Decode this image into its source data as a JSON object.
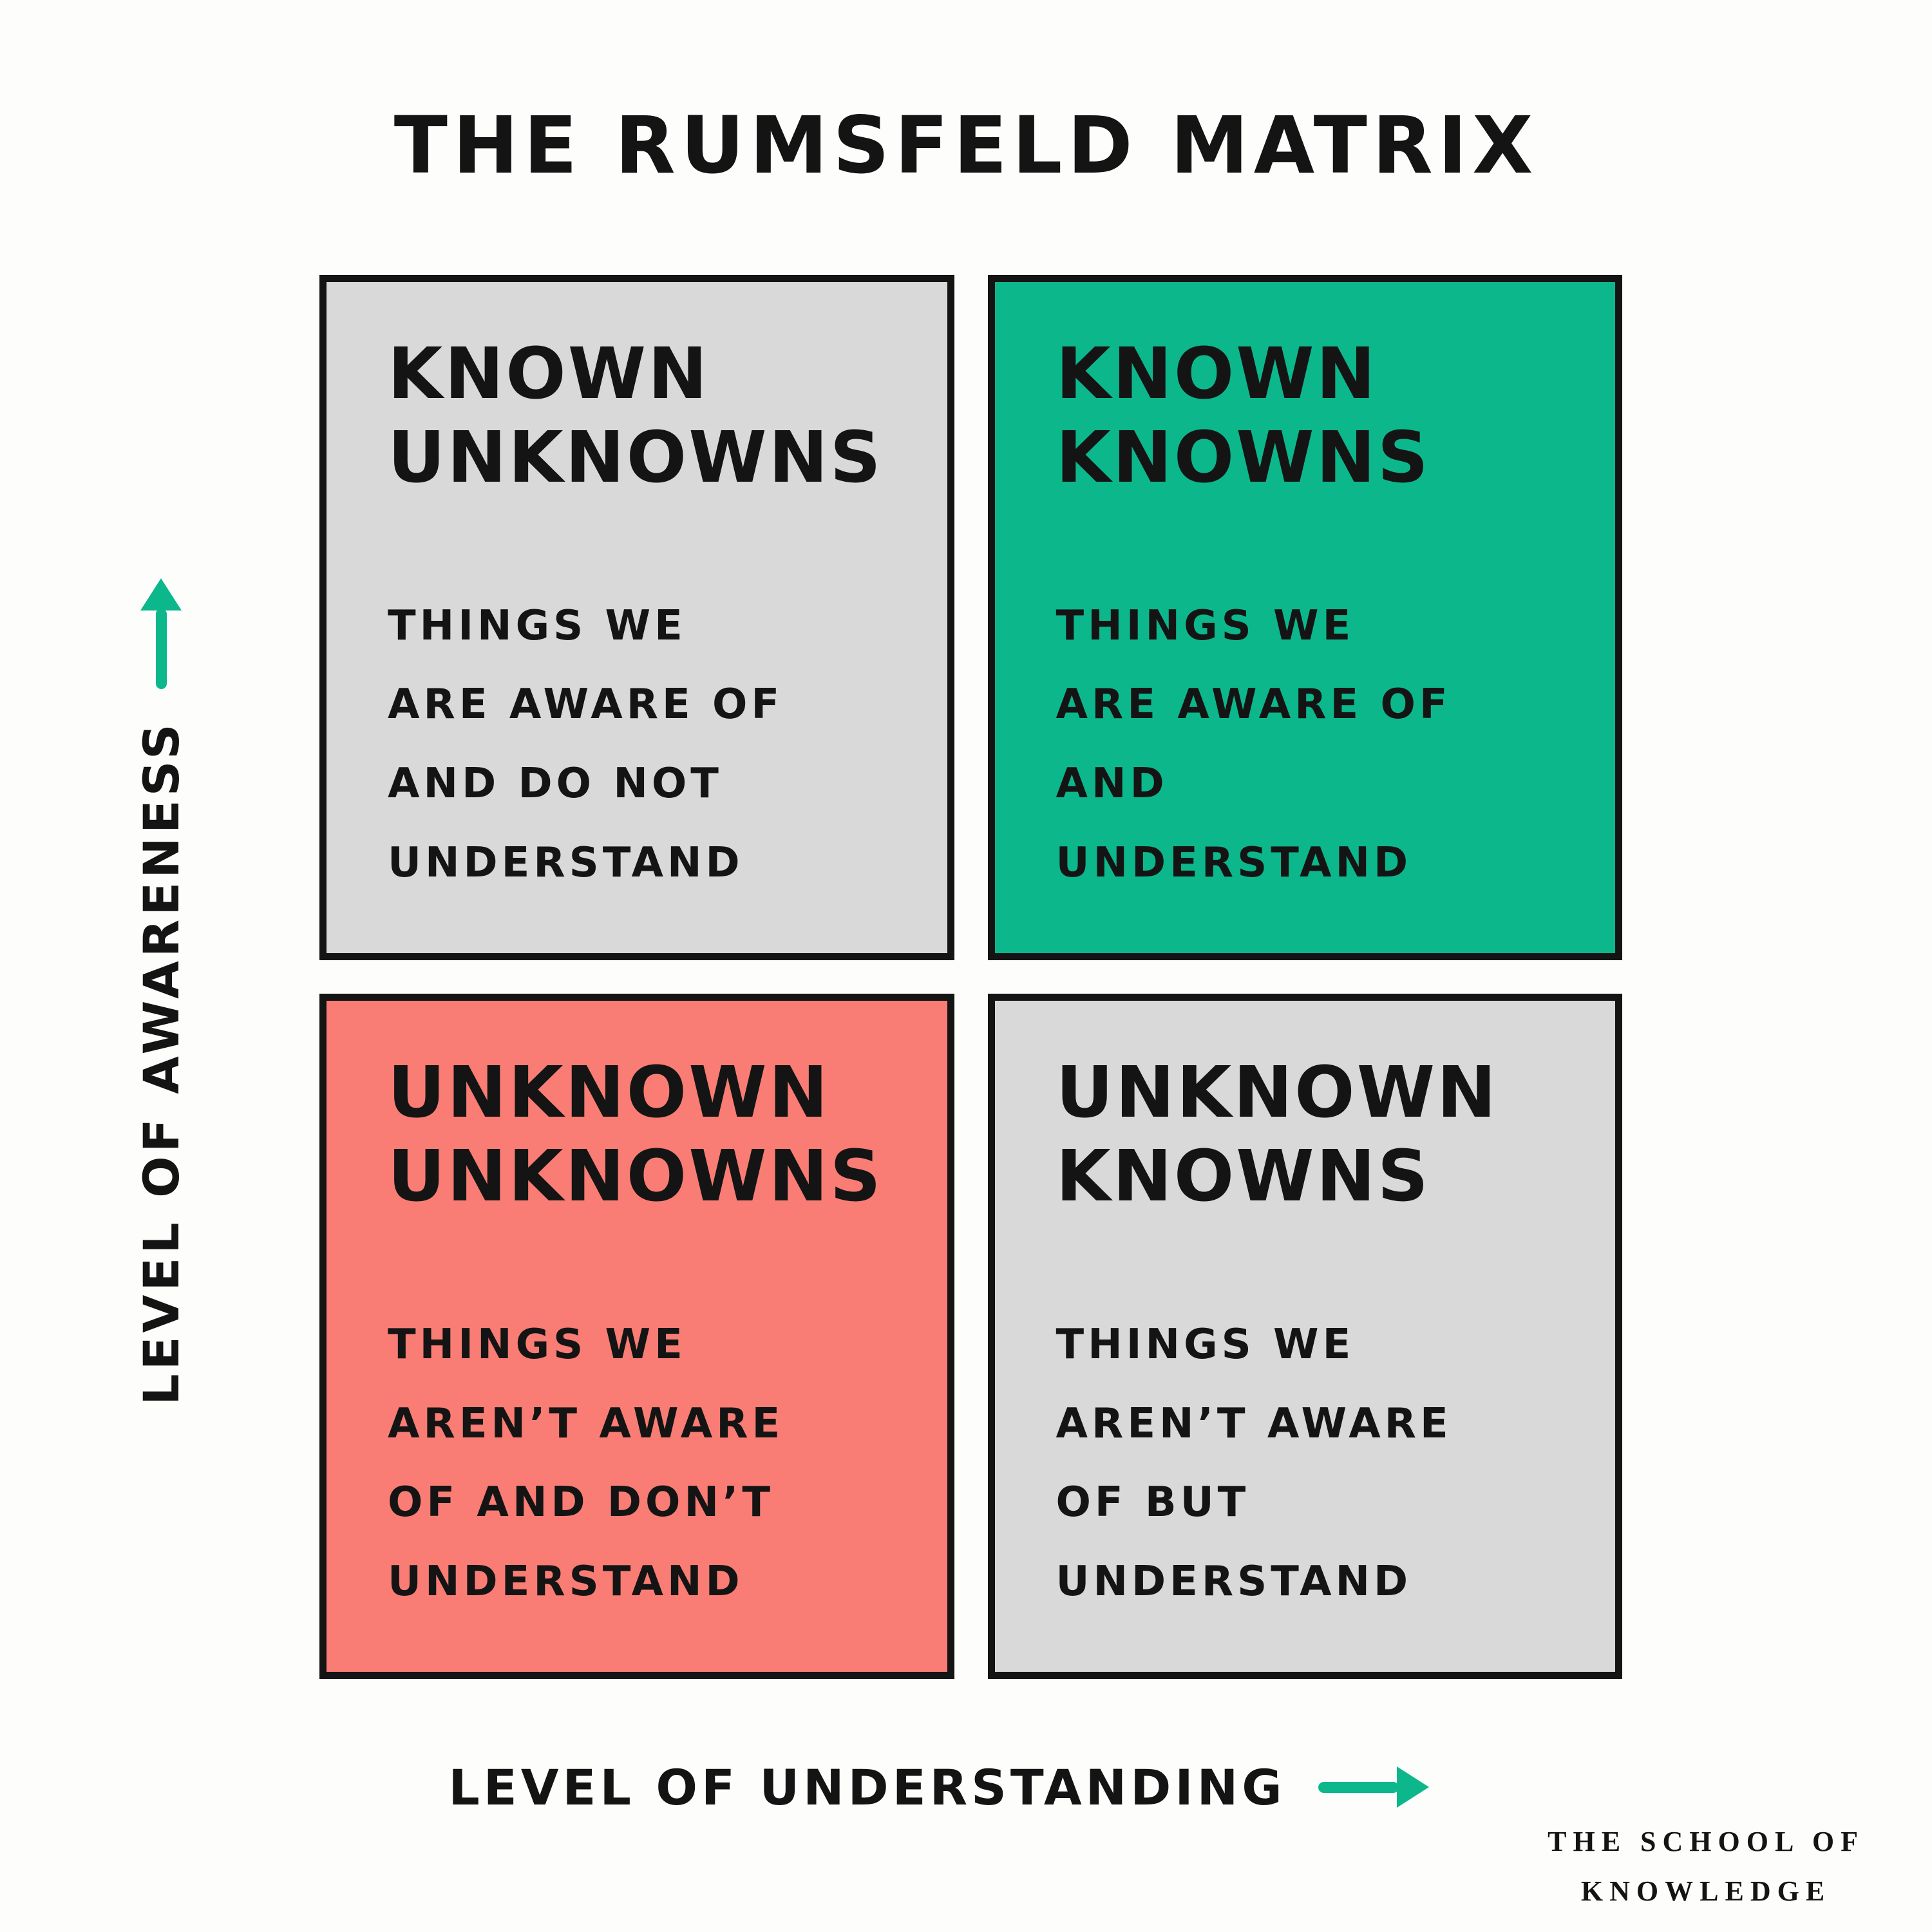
{
  "title": "THE RUMSFELD MATRIX",
  "colors": {
    "green": "#0cb78c",
    "red": "#f97d74",
    "gray": "#d9d9d9",
    "ink": "#141414",
    "background": "#fdfdfb"
  },
  "axes": {
    "y_label": "LEVEL OF AWARENESS",
    "x_label": "LEVEL OF UNDERSTANDING",
    "y_arrow": "up-arrow",
    "x_arrow": "right-arrow"
  },
  "quadrants": [
    {
      "id": "known-unknowns",
      "heading": "KNOWN\nUNKNOWNS",
      "body": "THINGS WE\nARE AWARE OF\nAND DO NOT\nUNDERSTAND",
      "bg": "#d9d9d9"
    },
    {
      "id": "known-knowns",
      "heading": "KNOWN\nKNOWNS",
      "body": "THINGS WE\nARE AWARE OF\nAND\nUNDERSTAND",
      "bg": "#0cb78c"
    },
    {
      "id": "unknown-unknowns",
      "heading": "UNKNOWN\nUNKNOWNS",
      "body": "THINGS WE\nAREN’T AWARE\nOF AND DON’T\nUNDERSTAND",
      "bg": "#f97d74"
    },
    {
      "id": "unknown-knowns",
      "heading": "UNKNOWN\nKNOWNS",
      "body": "THINGS WE\nAREN’T AWARE\nOF BUT\nUNDERSTAND",
      "bg": "#d9d9d9"
    }
  ],
  "footer": {
    "brand": "THE SCHOOL OF\nKNOWLEDGE"
  }
}
